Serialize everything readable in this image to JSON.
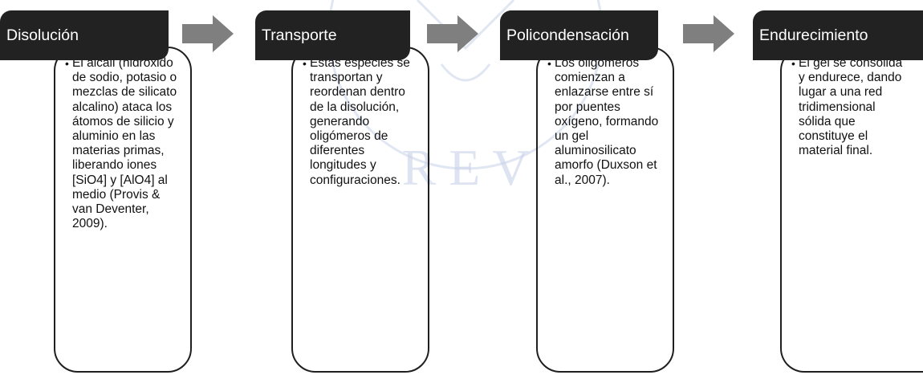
{
  "colors": {
    "header_bg": "#222222",
    "header_text": "#ffffff",
    "card_border": "#1f1f1f",
    "arrow": "#7f7f7f",
    "watermark": "#c9d2ea"
  },
  "watermark_text": "R E V",
  "steps": [
    {
      "title": "Disolución",
      "bullet": "•",
      "text": "El álcali (hidróxido de sodio, potasio o mezclas de silicato alcalino) ataca los átomos de silicio y aluminio en las materias primas, liberando iones [SiO4] y [AlO4] al medio (Provis & van Deventer, 2009)."
    },
    {
      "title": "Transporte",
      "bullet": "•",
      "text": "Estas especies se transportan y reordenan dentro de la disolución, generando oligómeros de diferentes longitudes y configuraciones."
    },
    {
      "title": "Policondensación",
      "bullet": "•",
      "text": "Los oligómeros comienzan a enlazarse entre sí por puentes oxígeno, formando un gel aluminosilicato amorfo (Duxson et al., 2007)."
    },
    {
      "title": "Endurecimiento",
      "bullet": "•",
      "text": "El gel se consolida y endurece, dando lugar a una red tridimensional sólida que constituye el material final."
    }
  ]
}
